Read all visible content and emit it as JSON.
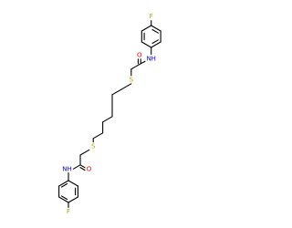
{
  "atoms": {
    "fluorine_top": "F",
    "fluorine_bottom": "F",
    "oxygen_top": "O",
    "oxygen_bottom": "O",
    "amide_nh_top": "NH",
    "amide_nh_bottom": "NH",
    "sulfur_top": "S",
    "sulfur_bottom": "S"
  },
  "colors": {
    "bond": "#000000",
    "fluorine": "#8fb000",
    "oxygen": "#ff0000",
    "nitrogen": "#0000ff",
    "sulfur": "#b8a000",
    "background": "#ffffff"
  }
}
